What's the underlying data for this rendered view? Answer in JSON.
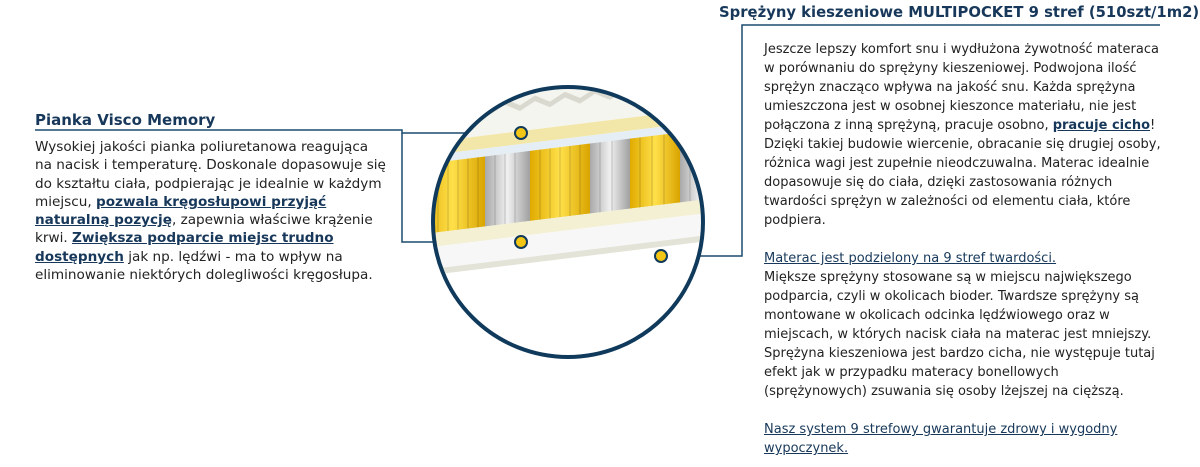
{
  "left": {
    "title": "Pianka Visco Memory",
    "p1": "Wysokiej jakości pianka poliuretanowa reagująca na nacisk i temperaturę. Doskonale dopasowuje się do kształtu ciała, podpierając je idealnie w każdym miejscu, ",
    "link1": "pozwala kręgosłupowi przyjąć naturalną pozycję",
    "p2": ", zapewnia właściwe krążenie krwi. ",
    "link2": "Zwiększa podparcie miejsc trudno dostępnych",
    "p3": " jak np. lędźwi - ma to wpływ na eliminowanie niektórych dolegliwości kręgosłupa."
  },
  "right": {
    "title": "Sprężyny kieszeniowe MULTIPOCKET  9 stref (510szt/1m2)",
    "para1_a": "Jeszcze lepszy komfort snu i wydłużona żywotność materaca w porównaniu do sprężyny kieszeniowej. Podwojona ilość sprężyn znacząco wpływa na jakość snu. Każda sprężyna umieszczona jest w osobnej kieszonce materiału, nie jest połączona z inną sprężyną, pracuje osobno, ",
    "para1_link": "pracuje cicho",
    "para1_b": "! Dzięki takiej budowie wiercenie, obracanie się drugiej osoby, różnica wagi jest zupełnie nieodczuwalna. Materac idealnie dopasowuje się do ciała, dzięki zastosowania różnych twardości sprężyn w zależności od elementu ciała, które podpiera.",
    "sub_heading": "Materac jest podzielony na 9 stref twardości.",
    "para2": "Miększe sprężyny stosowane są w miejscu największego podparcia, czyli w okolicach bioder. Twardsze sprężyny są montowane w okolicach odcinka lędźwiowego oraz w miejscach, w których nacisk ciała na materac jest mniejszy. Sprężyna kieszeniowa jest bardzo cicha, nie występuje tutaj efekt jak w przypadku materacy bonellowych (sprężynowych) zsuwania się osoby lżejszej na cięższą.",
    "closing": "Nasz system 9 strefowy gwarantuje zdrowy i wygodny wypoczynek."
  },
  "colors": {
    "navy": "#17385a",
    "yellow": "#f3c515",
    "gray_spring": "#c9c9c9",
    "line": "#1b4a6e"
  },
  "icons": [
    "mattress-cross-section-image",
    "callout-dot-icon"
  ]
}
